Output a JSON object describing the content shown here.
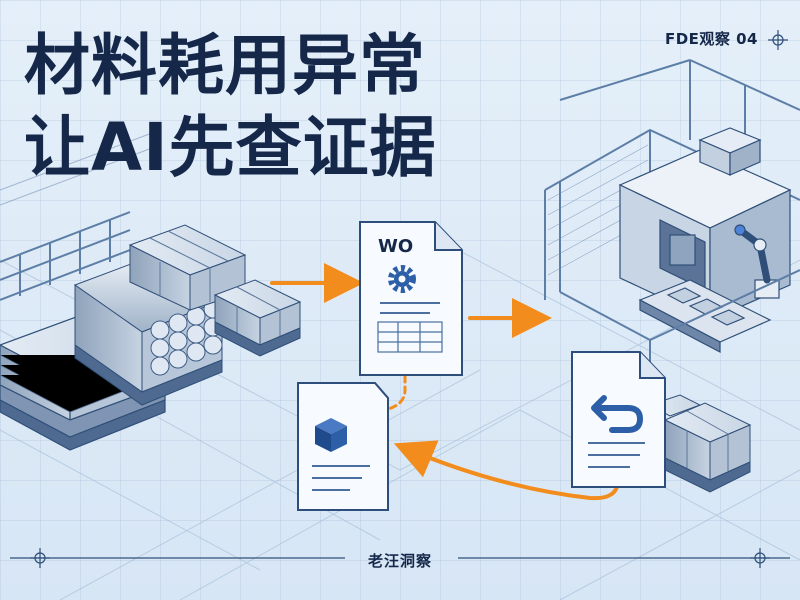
{
  "header": {
    "title_line1": "材料耗用异常",
    "title_line2": "让AI先查证据",
    "series_tag": "FDE观察 04"
  },
  "footer": {
    "author": "老汪洞察"
  },
  "documents": {
    "work_order_label": "WO",
    "work_order_icon": "gear-icon",
    "material_doc_icon": "cube-icon",
    "return_doc_icon": "undo-arrow-icon"
  },
  "colors": {
    "title": "#15284a",
    "arrow": "#f28c1c",
    "line": "#2f5b8f",
    "doc_fill": "#f7fbff",
    "doc_border": "#2d4d7a",
    "icon_blue": "#2d5fa8",
    "background": "#dbe9f7"
  }
}
